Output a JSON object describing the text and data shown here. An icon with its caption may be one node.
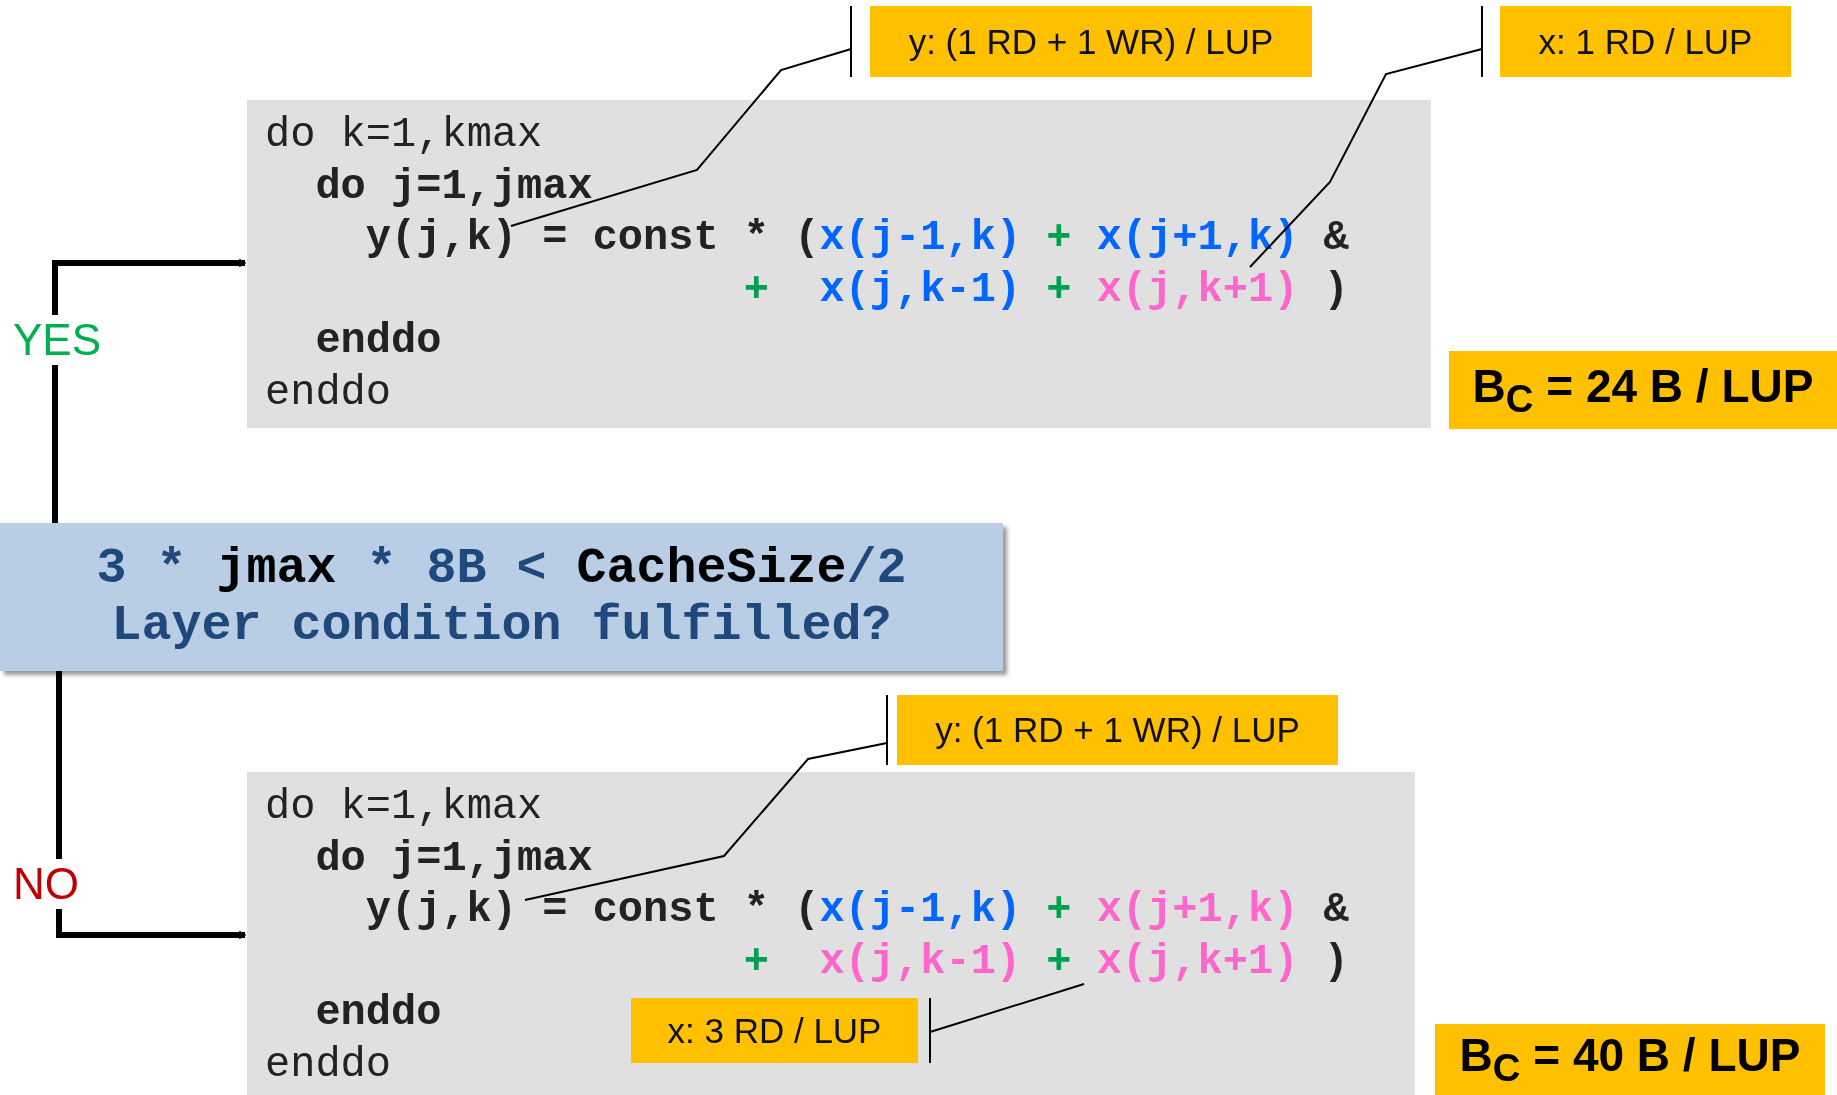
{
  "diagram": {
    "nodes": [
      {
        "text": [
          "do k=1,kmax",
          "do j=1,jmax",
          "y(j,k) = const * (x(j-1,k) + x(j+1,k) &",
          "+  x(j,k-1) + x(j,k+1) )",
          "enddo",
          "enddo"
        ]
      },
      {
        "text": [
          "y: (1 RD + 1 WR) / LUP"
        ]
      },
      {
        "text": [
          "x: 1 RD / LUP"
        ]
      },
      {
        "text": [
          "B$_{C}$ = 24 B / LUP"
        ]
      },
      {
        "text": [
          "3 * **jmax** * 8B < **CacheSize**/2",
          "Layer condition fulfilled?"
        ]
      },
      {
        "text": [
          "do k=1,kmax",
          "do j=1,jmax",
          "y(j,k) = const * (x(j-1,k) + x(j+1,k) &",
          "+  x(j,k-1) + x(j,k+1) )",
          "enddo",
          "enddo"
        ]
      },
      {
        "text": [
          "y: (1 RD + 1 WR) / LUP"
        ]
      },
      {
        "text": [
          "x: 3 RD / LUP"
        ],
        "in": 5
      },
      {
        "text": [
          "B$_{C}$ = 40 B / LUP"
        ]
      }
    ],
    "edges": [
      {
        "from": 4,
        "to": 0,
        "arrow": "to",
        "label": "YES",
        "style": "thick"
      },
      {
        "from": 4,
        "to": 5,
        "arrow": "to",
        "label": "NO",
        "style": "thick"
      },
      {
        "from": 1,
        "to": 0,
        "arrow": "none"
      },
      {
        "from": 2,
        "to": 0,
        "arrow": "none"
      },
      {
        "from": 6,
        "to": 5,
        "arrow": "none"
      },
      {
        "from": 7,
        "to": 5,
        "arrow": "none"
      }
    ]
  }
}
